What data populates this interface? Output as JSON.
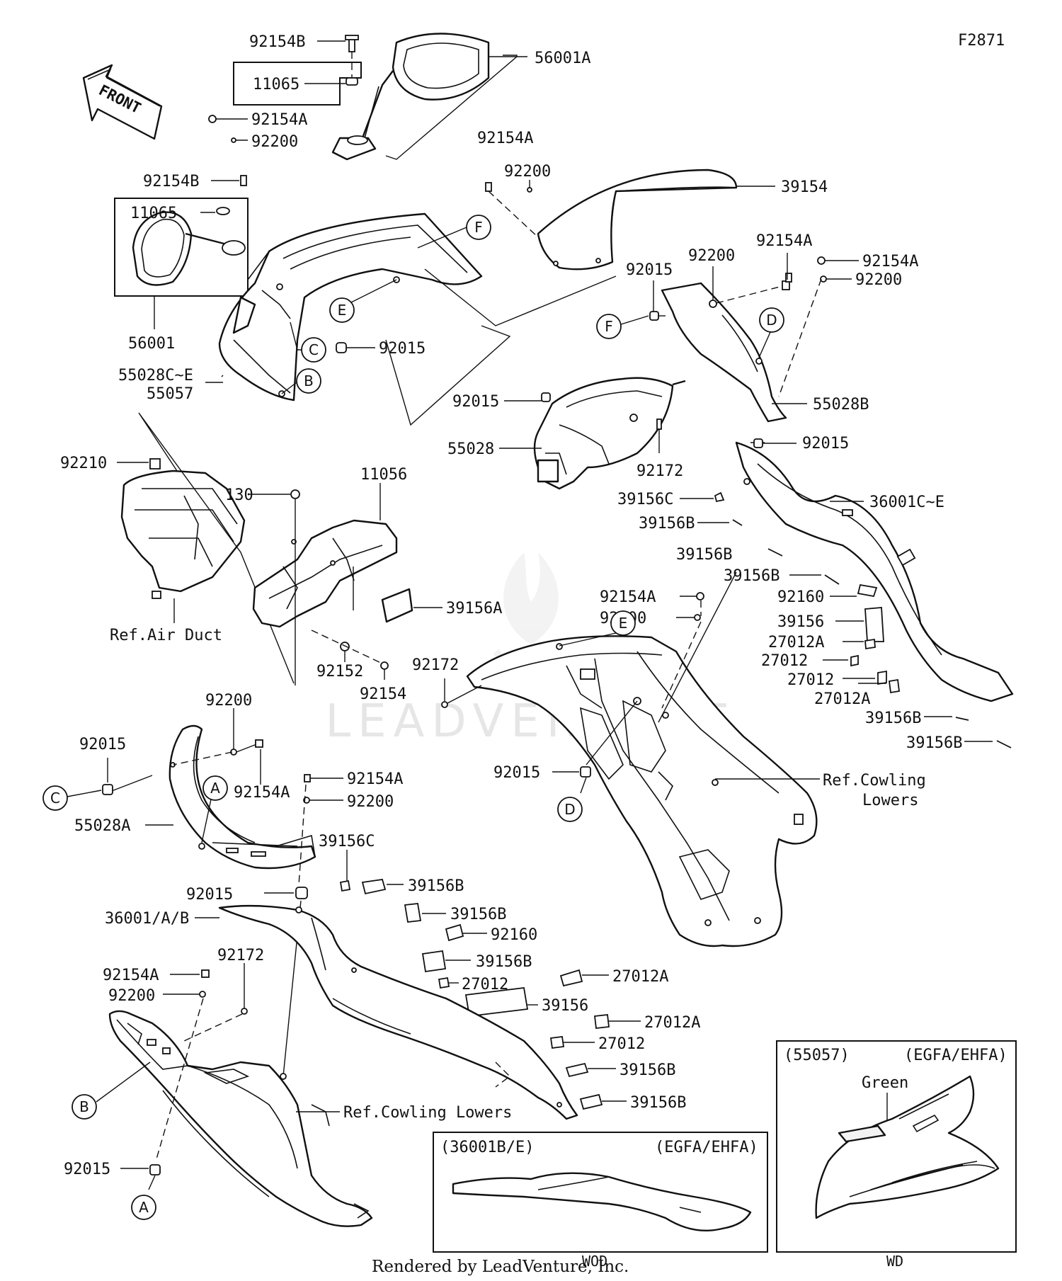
{
  "figure_code": "F2871",
  "front_arrow_label": "FRONT",
  "footer": {
    "rendered_by": "Rendered by LeadVenture, Inc."
  },
  "watermark": "LEADVENTURE",
  "callouts": {
    "a1": "A",
    "a2": "A",
    "b1": "B",
    "b2": "B",
    "c1": "C",
    "c2": "C",
    "d1": "D",
    "d2": "D",
    "e1": "E",
    "e2": "E",
    "f1": "F",
    "f2": "F"
  },
  "labels": {
    "l01": "92154B",
    "l02": "56001A",
    "l03": "11065",
    "l04": "92154A",
    "l05": "92200",
    "l06": "92154B",
    "l07": "11065",
    "l08": "56001",
    "l09": "55028C~E",
    "l10": "55057",
    "l11": "92015",
    "l12": "92154A",
    "l13": "92200",
    "l14": "39154",
    "l15": "92154A",
    "l16": "92154A",
    "l17": "92200",
    "l18": "92200",
    "l19": "92015",
    "l20": "55028B",
    "l21": "92015",
    "l22": "55028",
    "l23": "92172",
    "l24": "92015",
    "l25": "36001C~E",
    "l26": "39156C",
    "l27": "39156B",
    "l28": "39156B",
    "l29": "39156B",
    "l30": "92160",
    "l31": "39156",
    "l32": "27012A",
    "l33": "27012",
    "l34": "27012",
    "l35": "27012A",
    "l36": "39156B",
    "l37": "39156B",
    "l38": "92210",
    "l39": "130",
    "l40": "11056",
    "l41": "Ref.Air Duct",
    "l42": "39156A",
    "l43": "92152",
    "l44": "92154",
    "l45": "92154A",
    "l46": "92200",
    "l47": "92172",
    "l48": "92015",
    "l49": "Ref.Cowling",
    "l50": "Lowers",
    "l51": "92200",
    "l52": "92015",
    "l53": "92154A",
    "l54": "55028A",
    "l55": "92154A",
    "l56": "92200",
    "l57": "39156C",
    "l58": "39156B",
    "l59": "92015",
    "l60": "39156B",
    "l61": "36001/A/B",
    "l62": "92160",
    "l63": "39156B",
    "l64": "92154A",
    "l65": "92172",
    "l66": "27012",
    "l67": "27012A",
    "l68": "92200",
    "l69": "39156",
    "l70": "27012A",
    "l71": "27012",
    "l72": "39156B",
    "l73": "Ref.Cowling Lowers",
    "l74": "39156B",
    "l75": "92015"
  },
  "inset_36001be": {
    "part": "(36001B/E)",
    "variant": "(EGFA/EHFA)",
    "caption": "WOD"
  },
  "inset_55057": {
    "part": "(55057)",
    "variant": "(EGFA/EHFA)",
    "note": "Green",
    "caption": "WD"
  }
}
